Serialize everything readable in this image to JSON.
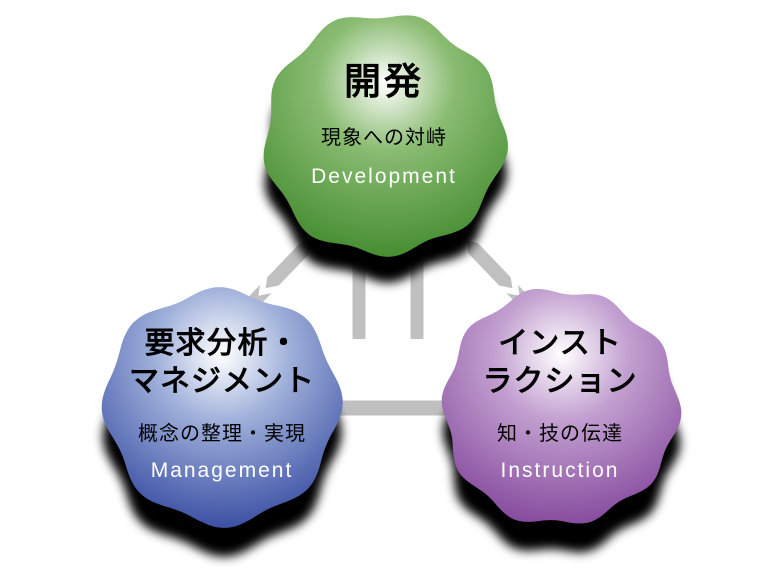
{
  "connectors": {
    "color": "#c0c0c0",
    "arrow_color": "#ffffff"
  },
  "shadow_color": "#000000",
  "nodes": {
    "development": {
      "title_lines": [
        "開発"
      ],
      "subtitle": "現象への対峙",
      "label_en": "Development",
      "gradient": {
        "start": "#ffffff",
        "mid": "#8abc72",
        "end": "#3a8526"
      }
    },
    "management": {
      "title_lines": [
        "要求分析・",
        "マネジメント"
      ],
      "subtitle": "概念の整理・実現",
      "label_en": "Management",
      "gradient": {
        "start": "#ffffff",
        "mid": "#9fb0da",
        "end": "#2a3f9a"
      }
    },
    "instruction": {
      "title_lines": [
        "インスト",
        "ラクション"
      ],
      "subtitle": "知・技の伝達",
      "label_en": "Instruction",
      "gradient": {
        "start": "#ffffff",
        "mid": "#c2a0d0",
        "end": "#7d3e96"
      }
    }
  }
}
